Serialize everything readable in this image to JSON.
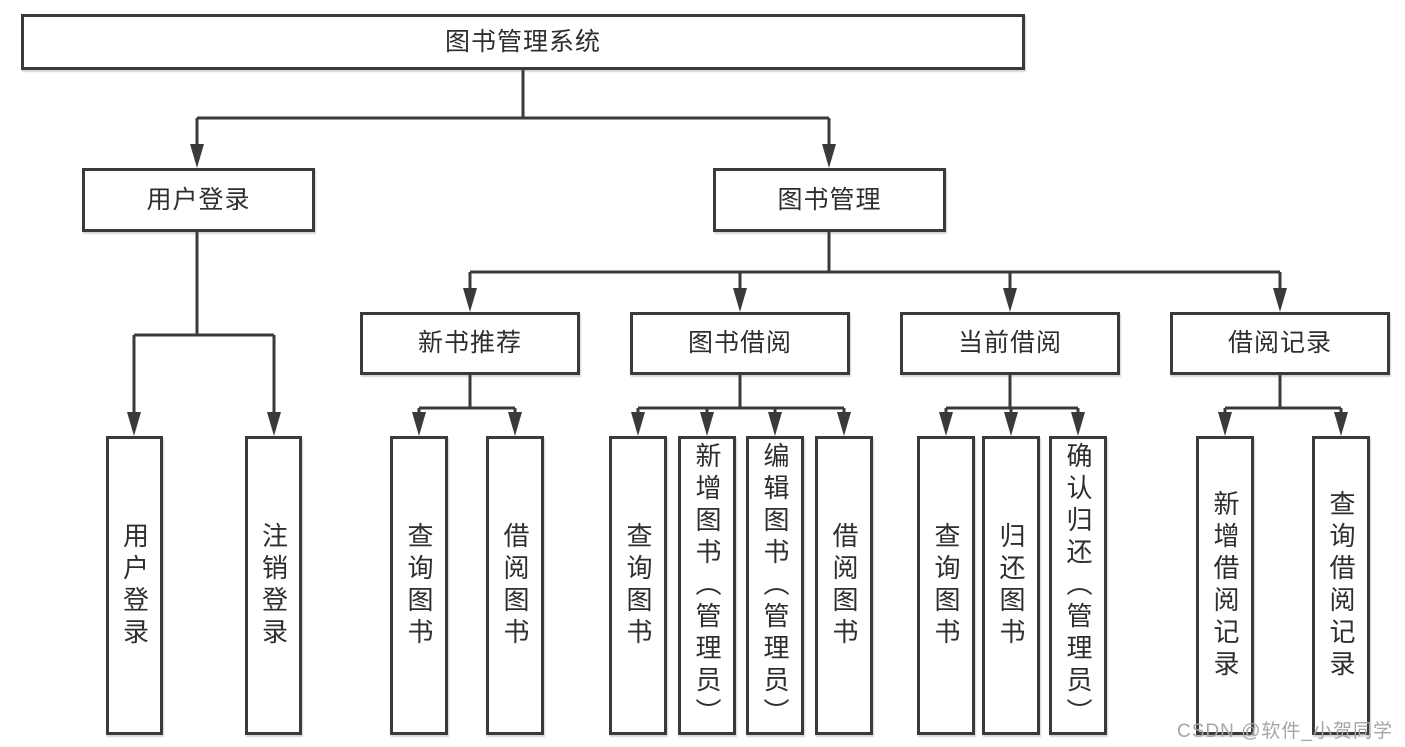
{
  "colors": {
    "background": "#ffffff",
    "line": "#3a3a3a",
    "box_border": "#3a3a3a",
    "text": "#2e2e2e",
    "watermark": "#a6a6a6"
  },
  "nodes": {
    "root": {
      "label": "图书管理系统"
    },
    "user_login": {
      "label": "用户登录"
    },
    "book_mgmt": {
      "label": "图书管理"
    },
    "new_book_rec": {
      "label": "新书推荐"
    },
    "book_borrow": {
      "label": "图书借阅"
    },
    "current_borrow": {
      "label": "当前借阅"
    },
    "borrow_records": {
      "label": "借阅记录"
    },
    "leaf_user_login": {
      "label": "用户登录"
    },
    "leaf_logout": {
      "label": "注销登录"
    },
    "leaf_query_book_1": {
      "label": "查询图书"
    },
    "leaf_borrow_book_1": {
      "label": "借阅图书"
    },
    "leaf_query_book_2": {
      "label": "查询图书"
    },
    "leaf_add_book": {
      "label": "新增图书（管理员）"
    },
    "leaf_edit_book": {
      "label": "编辑图书（管理员）"
    },
    "leaf_borrow_book_2": {
      "label": "借阅图书"
    },
    "leaf_query_book_3": {
      "label": "查询图书"
    },
    "leaf_return_book": {
      "label": "归还图书"
    },
    "leaf_confirm_return": {
      "label": "确认归还（管理员）"
    },
    "leaf_add_record": {
      "label": "新增借阅记录"
    },
    "leaf_query_record": {
      "label": "查询借阅记录"
    }
  },
  "hierarchy": {
    "图书管理系统": [
      "用户登录",
      "图书管理"
    ],
    "用户登录": [
      "用户登录",
      "注销登录"
    ],
    "图书管理": [
      "新书推荐",
      "图书借阅",
      "当前借阅",
      "借阅记录"
    ],
    "新书推荐": [
      "查询图书",
      "借阅图书"
    ],
    "图书借阅": [
      "查询图书",
      "新增图书（管理员）",
      "编辑图书（管理员）",
      "借阅图书"
    ],
    "当前借阅": [
      "查询图书",
      "归还图书",
      "确认归还（管理员）"
    ],
    "借阅记录": [
      "新增借阅记录",
      "查询借阅记录"
    ]
  },
  "watermark": {
    "text": "CSDN @软件_小贺同学"
  }
}
